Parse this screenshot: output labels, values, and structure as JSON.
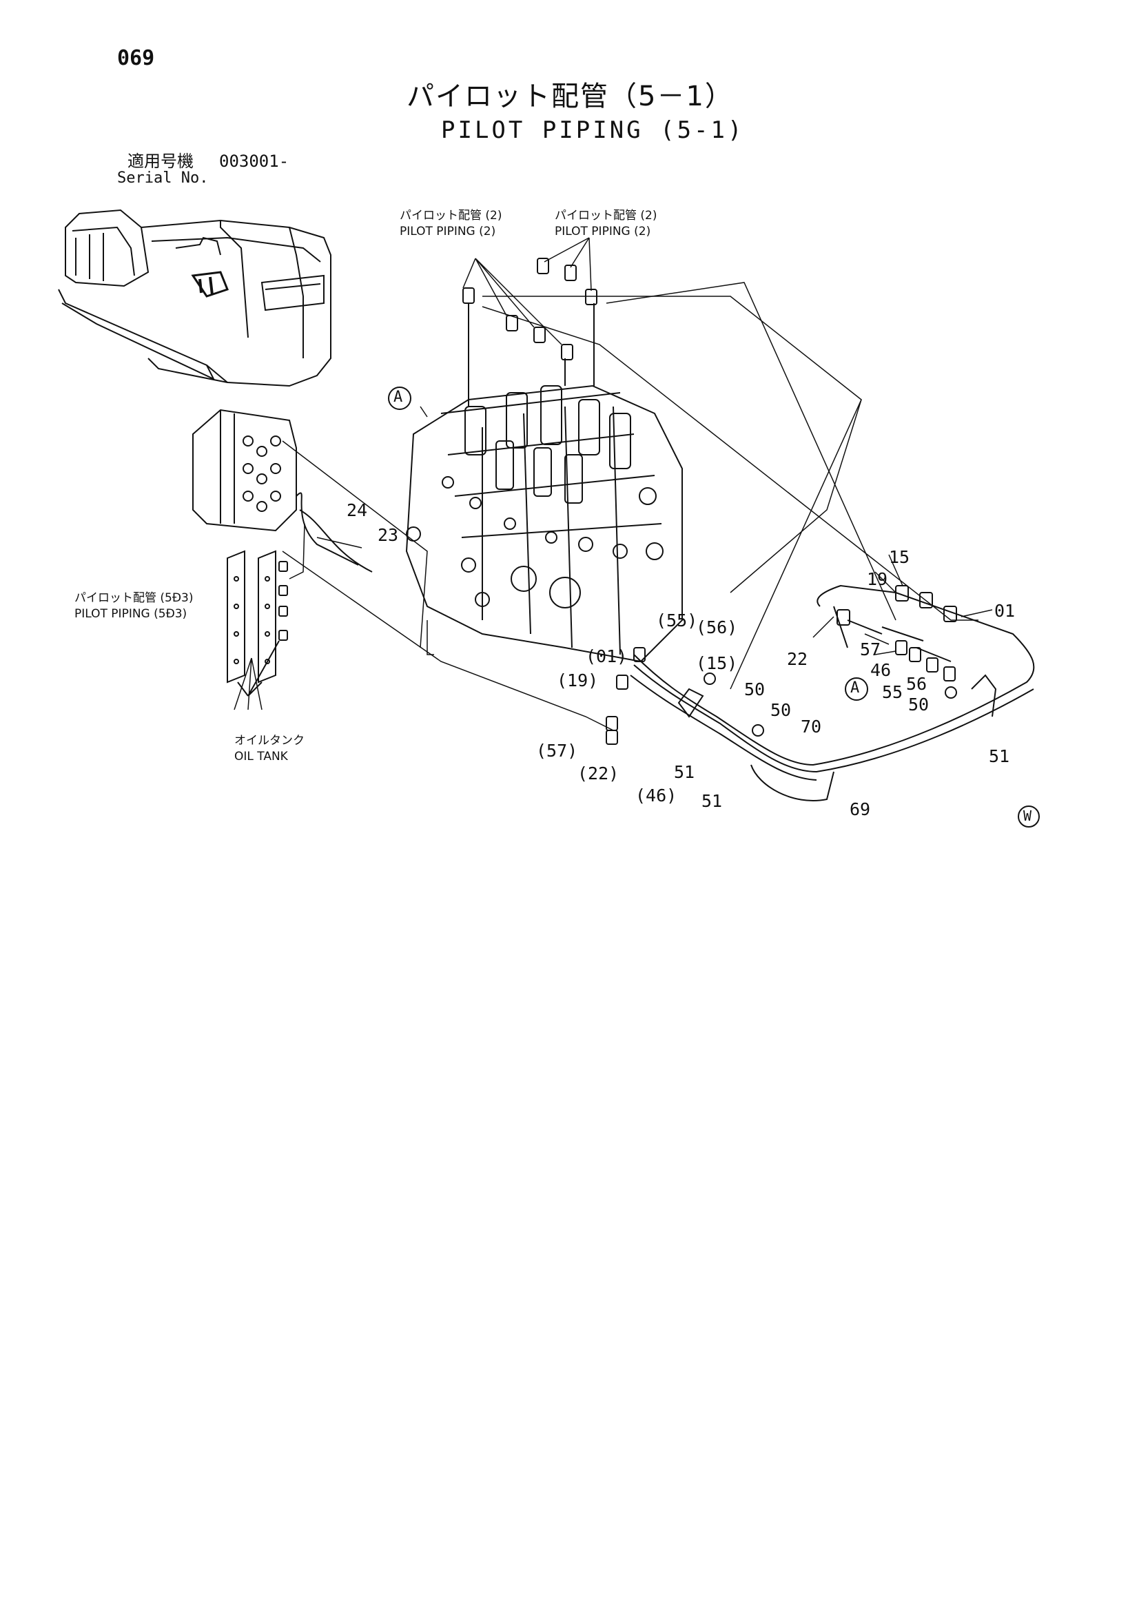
{
  "header": {
    "page_number": "069",
    "title_jp": "パイロット配管（5－1）",
    "title_en": "PILOT PIPING (5-1)",
    "serial_label_jp": "適用号機",
    "serial_value": "003001-",
    "serial_label_en": "Serial No."
  },
  "callouts": {
    "pilot_piping_2_left_jp": "パイロット配管 (2)",
    "pilot_piping_2_left_en": "PILOT PIPING (2)",
    "pilot_piping_2_right_jp": "パイロット配管 (2)",
    "pilot_piping_2_right_en": "PILOT PIPING (2)",
    "pilot_piping_5d3_jp": "パイロット配管 (5Ð3)",
    "pilot_piping_5d3_en": "PILOT PIPING (5Ð3)",
    "oil_tank_jp": "オイルタンク",
    "oil_tank_en": "OIL TANK"
  },
  "part_labels": {
    "p24": "24",
    "p23": "23",
    "p55_paren": "(55)",
    "p56_paren": "(56)",
    "p01_paren": "(01)",
    "p15_paren": "(15)",
    "p19_paren": "(19)",
    "p50_a": "50",
    "p50_b": "50",
    "p57_paren": "(57)",
    "p22_paren": "(22)",
    "p46_paren": "(46)",
    "p51_a": "51",
    "p51_b": "51",
    "p70": "70",
    "p69": "69",
    "p15": "15",
    "p19": "19",
    "p01": "01",
    "p22": "22",
    "p57": "57",
    "p46": "46",
    "p55": "55",
    "p56": "56",
    "p50_c": "50",
    "p51_c": "51",
    "marker_a": "A",
    "marker_w": "W"
  }
}
